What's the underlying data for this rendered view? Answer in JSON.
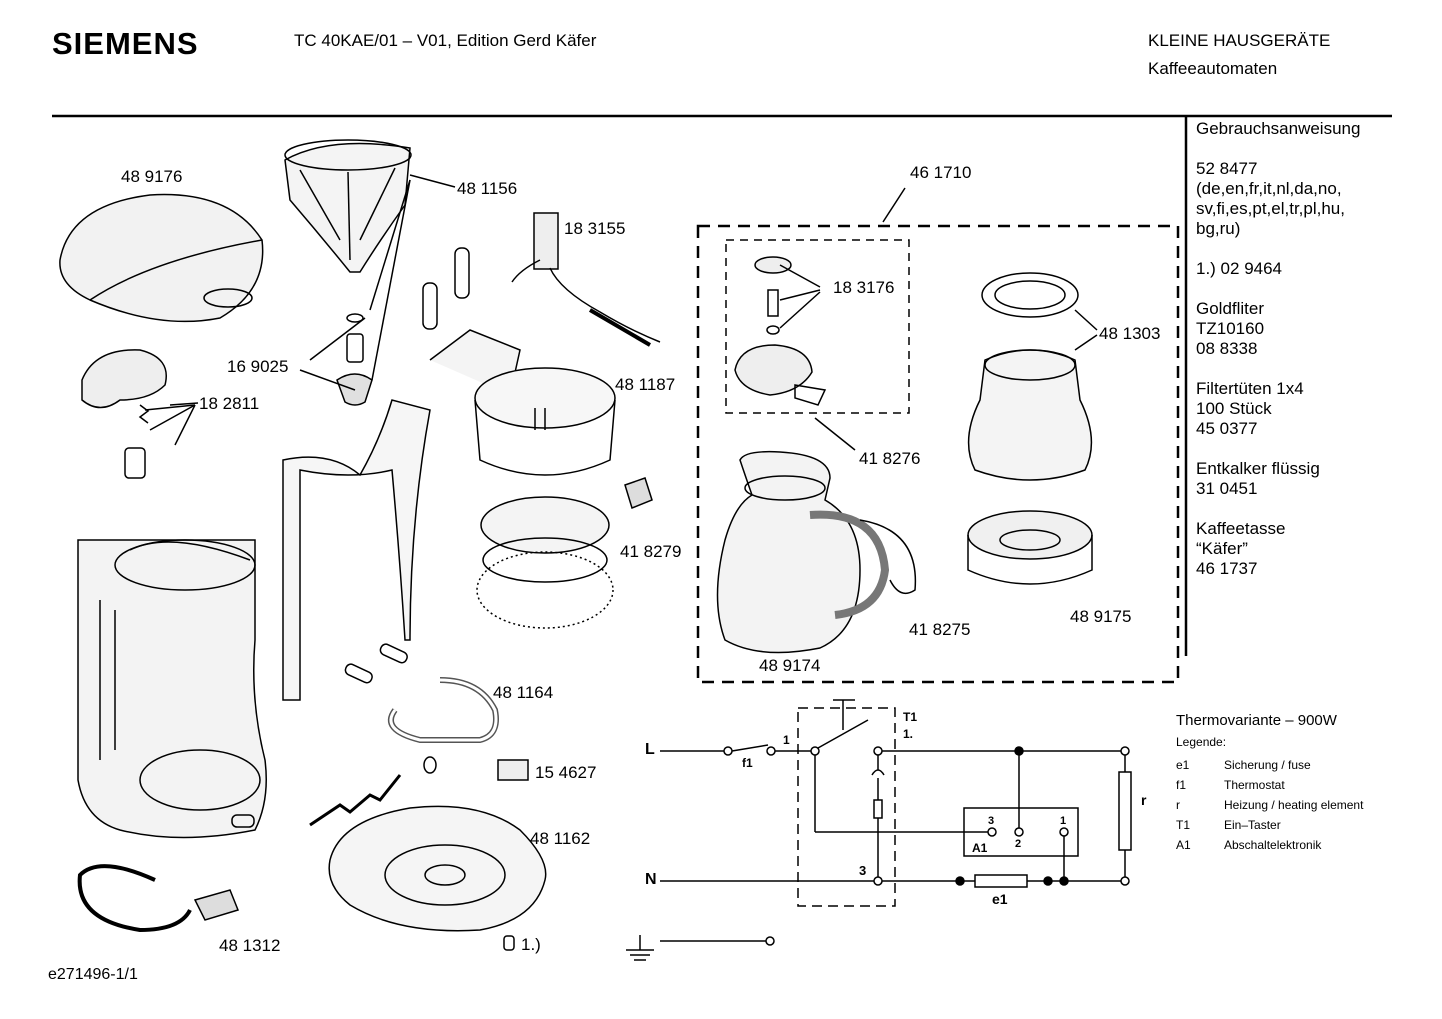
{
  "header": {
    "brand": "SIEMENS",
    "model": "TC 40KAE/01 – V01, Edition Gerd Käfer",
    "category": "KLEINE HAUSGERÄTE",
    "subcategory": "Kaffeeautomaten"
  },
  "sidebar": [
    "Gebrauchsanweisung",
    "52 8477\n(de,en,fr,it,nl,da,no,\nsv,fi,es,pt,el,tr,pl,hu,\nbg,ru)",
    "1.) 02 9464",
    "Goldfliter\nTZ10160\n08 8338",
    "Filtertüten 1x4\n100 Stück\n45 0377",
    "Entkalker flüssig\n31 0451",
    "Kaffeetasse\n“Käfer”\n46 1737"
  ],
  "parts": {
    "p489176": "48 9176",
    "p481156": "48 1156",
    "p183155": "18 3155",
    "p461710": "46 1710",
    "p169025": "16 9025",
    "p182811": "18 2811",
    "p481187": "48 1187",
    "p183176": "18 3176",
    "p481303": "48 1303",
    "p418276": "41 8276",
    "p418279": "41 8279",
    "p418275": "41 8275",
    "p489175": "48 9175",
    "p489174": "48 9174",
    "p481164": "48 1164",
    "p154627": "15 4627",
    "p481162": "48 1162",
    "p481312": "48 1312",
    "note1": "1.)"
  },
  "circuit": {
    "L": "L",
    "N": "N",
    "f1": "f1",
    "n1": "1",
    "T1": "T1",
    "T1dot": "1.",
    "r": "r",
    "n3a": "3",
    "n3b": "3",
    "n2": "2",
    "n1b": "1",
    "A1": "A1",
    "e1": "e1"
  },
  "legend": {
    "title": "Thermovariante – 900W",
    "label": "Legende:",
    "items": [
      {
        "key": "e1",
        "desc": "Sicherung / fuse"
      },
      {
        "key": "f1",
        "desc": "Thermostat"
      },
      {
        "key": "r",
        "desc": "Heizung / heating element"
      },
      {
        "key": "T1",
        "desc": "Ein–Taster"
      },
      {
        "key": "A1",
        "desc": "Abschaltelektronik"
      }
    ]
  },
  "footer": "e271496-1/1"
}
